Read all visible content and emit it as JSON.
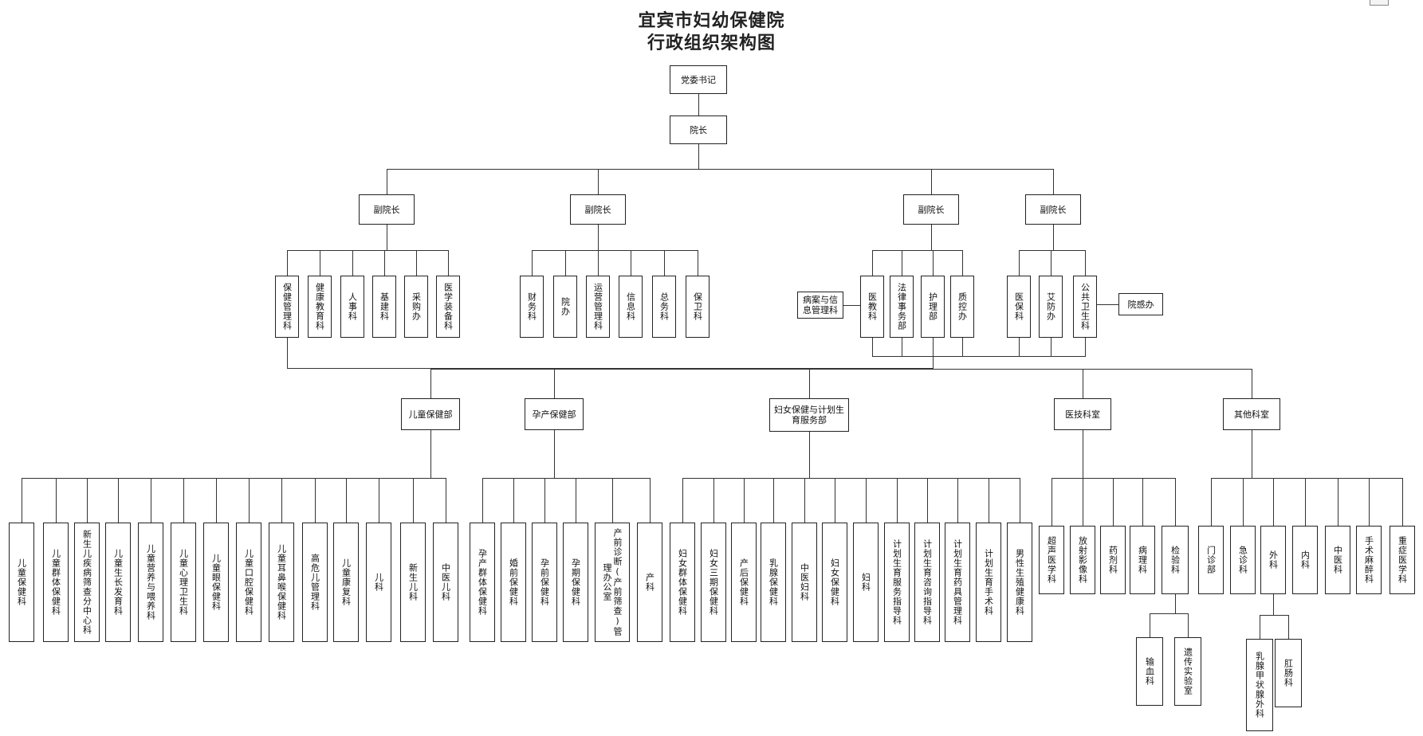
{
  "title": {
    "line1": "宜宾市妇幼保健院",
    "line2": "行政组织架构图"
  },
  "colors": {
    "line": "#333333",
    "box_border": "#222222",
    "background": "#ffffff"
  },
  "nodes": {
    "party_secretary": "党委书记",
    "president": "院长",
    "vp1": "副院长",
    "vp2": "副院长",
    "vp3": "副院长",
    "vp4": "副院长",
    "vp1_units": [
      "保健管理科",
      "健康教育科",
      "人事科",
      "基建科",
      "采购办",
      "医学装备科"
    ],
    "vp2_units": [
      "财务科",
      "院办",
      "运营管理科",
      "信息科",
      "总务科",
      "保卫科"
    ],
    "vp3_units": [
      "医教科",
      "法律事务部",
      "护理部",
      "质控办"
    ],
    "vp3_side": "病案与信息管理科",
    "vp4_units": [
      "医保科",
      "艾防办",
      "公共卫生科"
    ],
    "vp4_side": "院感办",
    "departments": [
      "儿童保健部",
      "孕产保健部",
      "妇女保健与计划生育服务部",
      "医技科室",
      "其他科室"
    ],
    "child_units": [
      "儿童保健科",
      "儿童群体保健科",
      "新生儿疾病筛查分中心科",
      "儿童生长发育科",
      "儿童营养与喂养科",
      "儿童心理卫生科",
      "儿童眼保健科",
      "儿童口腔保健科",
      "儿童耳鼻喉保健科",
      "高危儿管理科",
      "儿童康复科",
      "儿科",
      "新生儿科",
      "中医儿科"
    ],
    "maternal_units": [
      "孕产群体保健科",
      "婚前保健科",
      "孕前保健科",
      "孕期保健科",
      "产前诊断(产前筛查)管理办公室",
      "产科"
    ],
    "women_units": [
      "妇女群体保健科",
      "妇女三期保健科",
      "产后保健科",
      "乳腺保健科",
      "中医妇科",
      "妇女保健科",
      "妇科",
      "计划生育服务指导科",
      "计划生育咨询指导科",
      "计划生育药具管理科",
      "计划生育手术科",
      "男性生殖健康科"
    ],
    "medtech_units": [
      "超声医学科",
      "放射影像科",
      "药剂科",
      "病理科",
      "检验科"
    ],
    "lab_units": [
      "输血科",
      "遗传实验室"
    ],
    "other_units": [
      "门诊部",
      "急诊科",
      "外科",
      "内科",
      "中医科",
      "手术麻醉科",
      "重症医学科"
    ],
    "surgery_units": [
      "乳腺甲状腺外科",
      "肛肠科"
    ]
  }
}
